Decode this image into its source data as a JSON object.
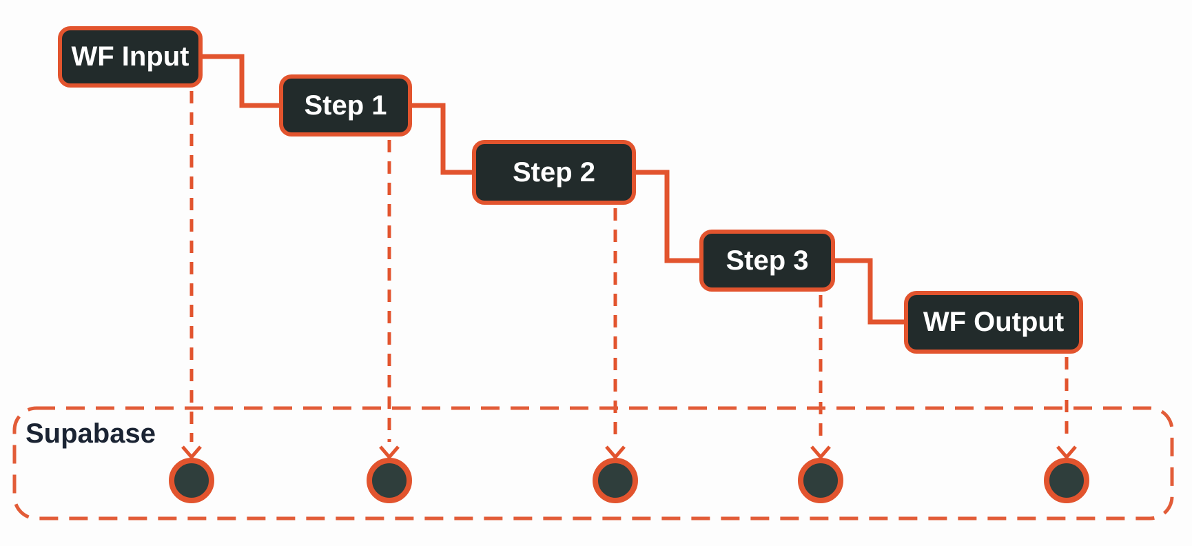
{
  "diagram": {
    "type": "workflow-flowchart",
    "background_color": "#fdfdfd",
    "accent_color": "#e2542e",
    "group_border_color": "#e25c38",
    "node_fill_color": "#222b2b",
    "node_text_color": "#ffffff",
    "dot_fill_color": "#2f3e3c",
    "group_label_color": "#1b2433",
    "nodes": [
      {
        "id": "wf-input",
        "label": "WF Input"
      },
      {
        "id": "step-1",
        "label": "Step 1"
      },
      {
        "id": "step-2",
        "label": "Step 2"
      },
      {
        "id": "step-3",
        "label": "Step 3"
      },
      {
        "id": "wf-output",
        "label": "WF Output"
      }
    ],
    "edges": [
      {
        "from": "WF Input",
        "to": "Step 1"
      },
      {
        "from": "Step 1",
        "to": "Step 2"
      },
      {
        "from": "Step 2",
        "to": "Step 3"
      },
      {
        "from": "Step 3",
        "to": "WF Output"
      }
    ],
    "storage_group": {
      "label": "Supabase",
      "dot_count": 5,
      "dashed_writes_from": [
        "WF Input",
        "Step 1",
        "Step 2",
        "Step 3",
        "WF Output"
      ]
    }
  }
}
